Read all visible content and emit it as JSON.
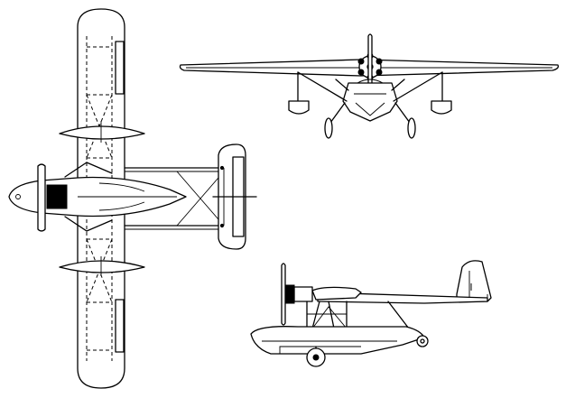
{
  "figure": {
    "subject": "",
    "views": [
      "top",
      "front",
      "side"
    ]
  }
}
